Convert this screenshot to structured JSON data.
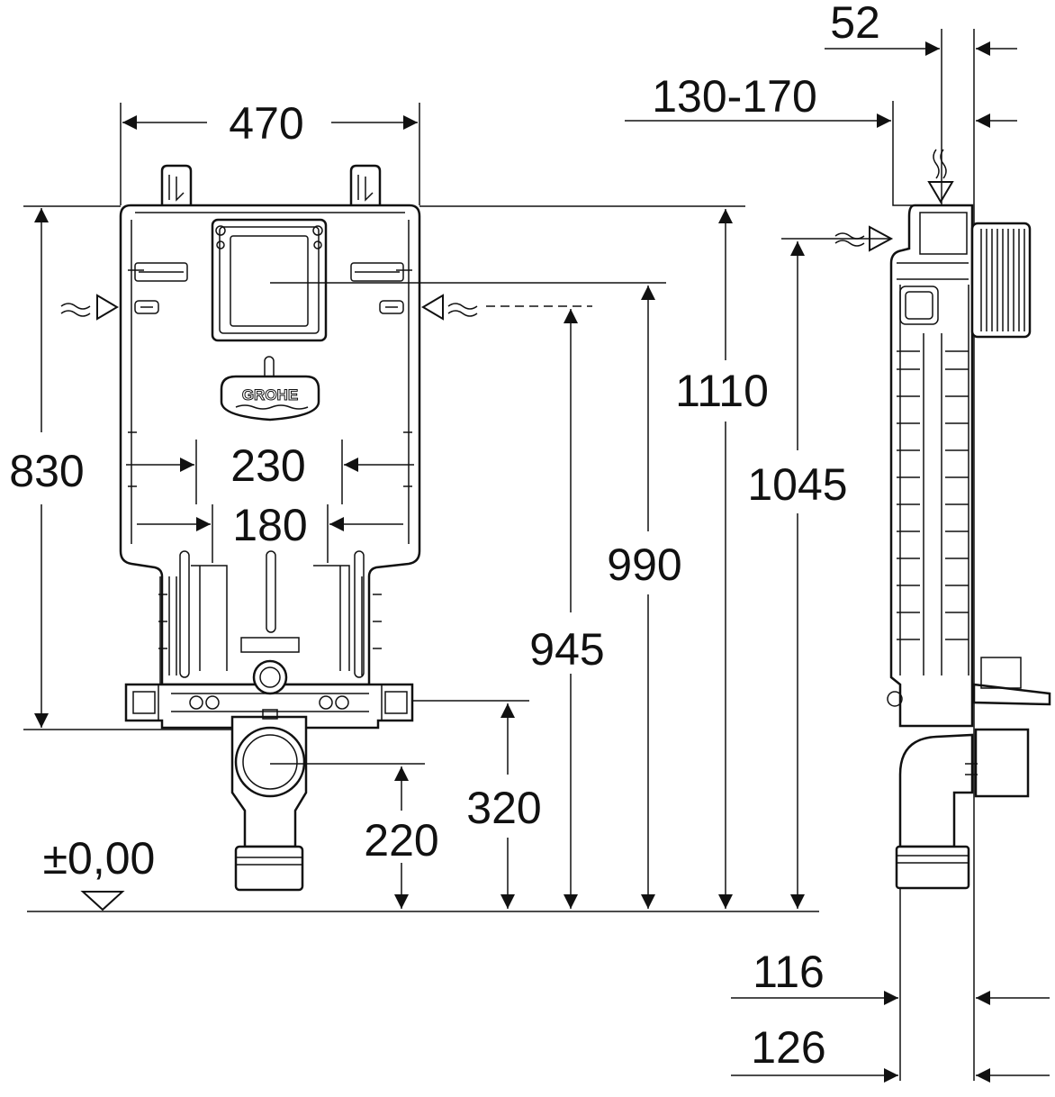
{
  "dimensions": {
    "width_470": "470",
    "height_830": "830",
    "spacing_230": "230",
    "spacing_180": "180",
    "height_1110": "1110",
    "height_990": "990",
    "height_945": "945",
    "height_1045": "1045",
    "height_320": "320",
    "height_220": "220",
    "floor_level": "±0,00",
    "depth_52": "52",
    "depth_130_170": "130-170",
    "depth_116": "116",
    "depth_126": "126"
  },
  "brand": {
    "logo": "GROHE"
  },
  "icons": {
    "water_inlet": "water-inlet-arrow-icon",
    "floor_marker": "floor-level-triangle-icon"
  }
}
